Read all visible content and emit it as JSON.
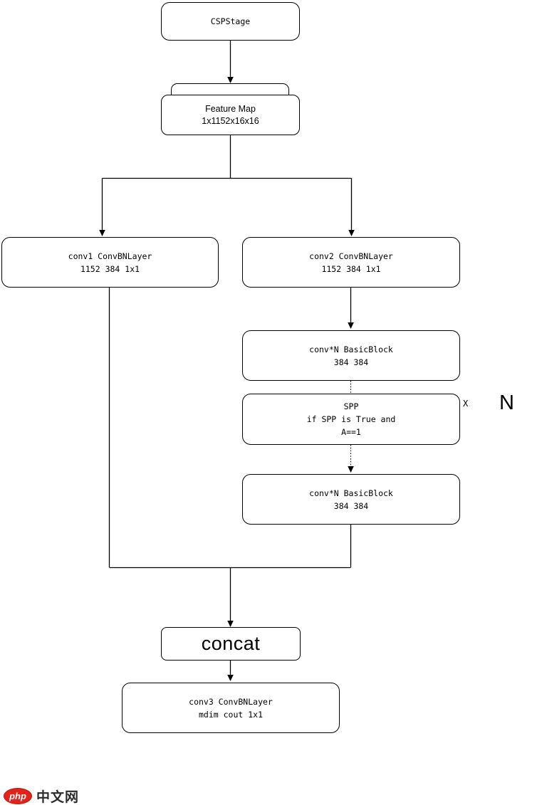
{
  "diagram": {
    "nodes": {
      "cspstage": {
        "title": "CSPStage"
      },
      "feature_map": {
        "line1": "Feature Map",
        "line2": "1x1152x16x16"
      },
      "conv1": {
        "line1": "conv1 ConvBNLayer",
        "line2": "1152 384 1x1"
      },
      "conv2": {
        "line1": "conv2 ConvBNLayer",
        "line2": "1152 384 1x1"
      },
      "basic_block_1": {
        "line1": "conv*N BasicBlock",
        "line2": "384 384"
      },
      "spp": {
        "line1": "SPP",
        "line2": "if SPP is True and",
        "line3": "A==1"
      },
      "basic_block_2": {
        "line1": "conv*N BasicBlock",
        "line2": "384 384"
      },
      "concat": {
        "title": "concat"
      },
      "conv3": {
        "line1": "conv3 ConvBNLayer",
        "line2": "mdim cout 1x1"
      }
    },
    "annotations": {
      "repeat_x": "X",
      "repeat_n": "N"
    },
    "colors": {
      "stroke": "#000000",
      "background": "#ffffff"
    }
  },
  "watermark": {
    "badge": "php",
    "text": "中文网",
    "badge_color": "#e2231a"
  }
}
